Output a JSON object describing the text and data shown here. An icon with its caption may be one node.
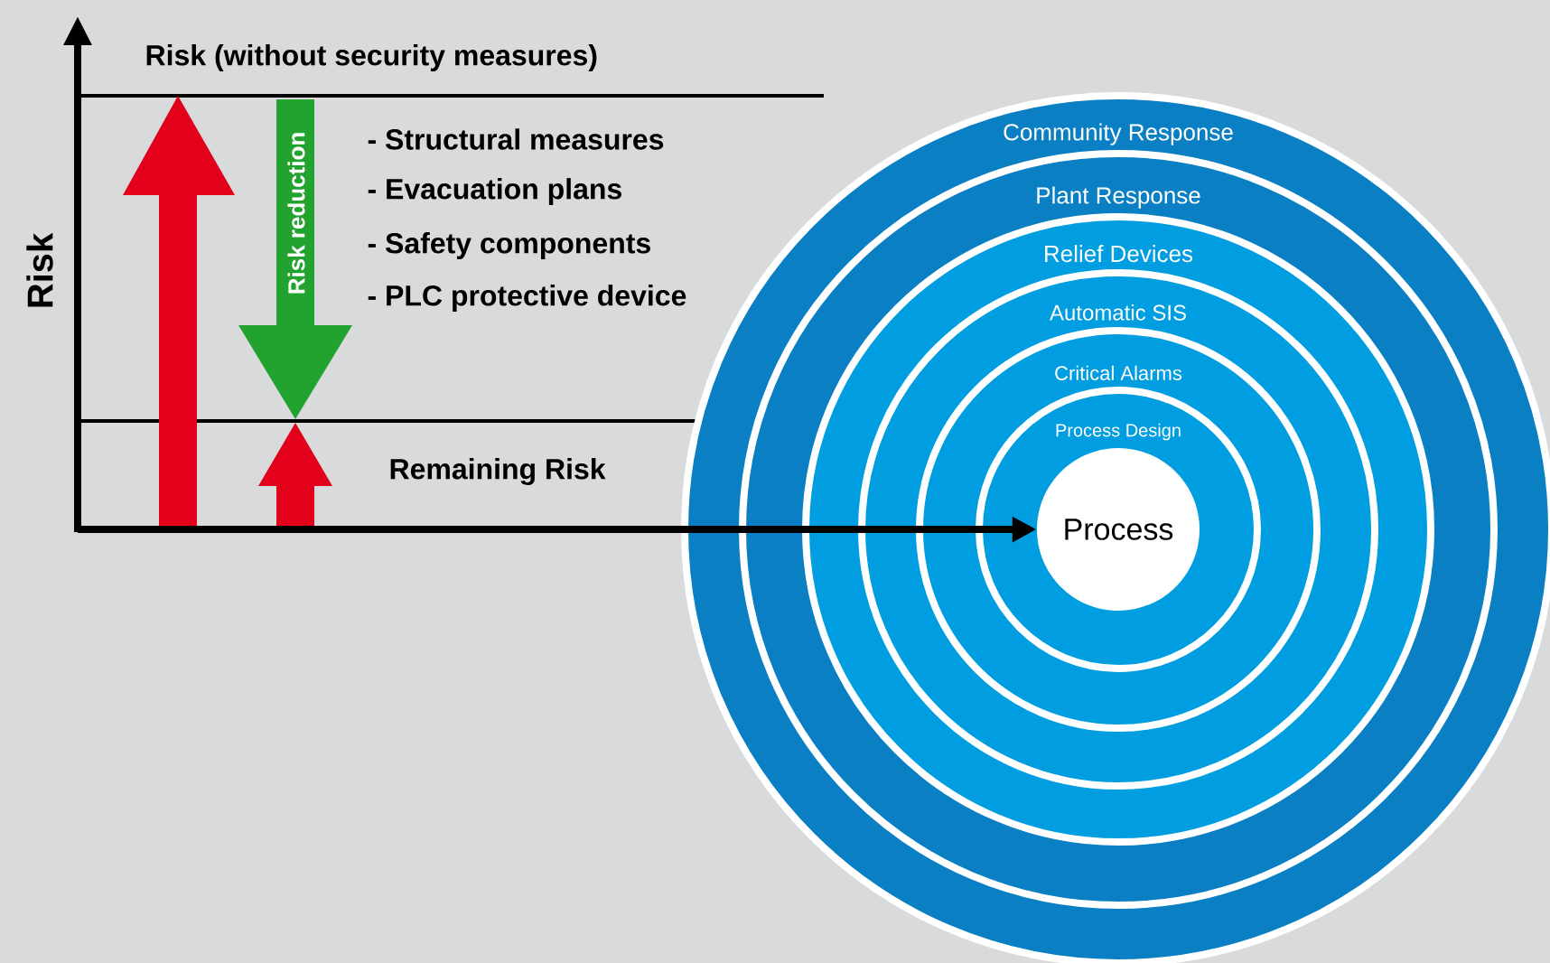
{
  "diagram": {
    "nodes": [
      {
        "text": [
          "Risk reduction"
        ],
        "beside": [
          "- Structural measures",
          "- Evacuation plans",
          "- Safety components",
          "- PLC protective device"
        ]
      },
      {
        "text": [
          "Community Response"
        ]
      },
      {
        "text": [
          "Plant Response"
        ],
        "in": 1
      },
      {
        "text": [
          "Relief Devices"
        ],
        "in": 2
      },
      {
        "text": [
          "Automatic SIS"
        ],
        "in": 3
      },
      {
        "text": [
          "Critical Alarms"
        ],
        "in": 4
      },
      {
        "text": [
          "Process Design"
        ],
        "in": 5
      },
      {
        "text": [
          "Process"
        ],
        "in": 6
      }
    ],
    "edges": [
      {
        "from": null,
        "to": 7,
        "arrow": "to"
      }
    ],
    "labels": [
      "Risk (without security measures)",
      "Risk",
      "Remaining Risk"
    ]
  }
}
